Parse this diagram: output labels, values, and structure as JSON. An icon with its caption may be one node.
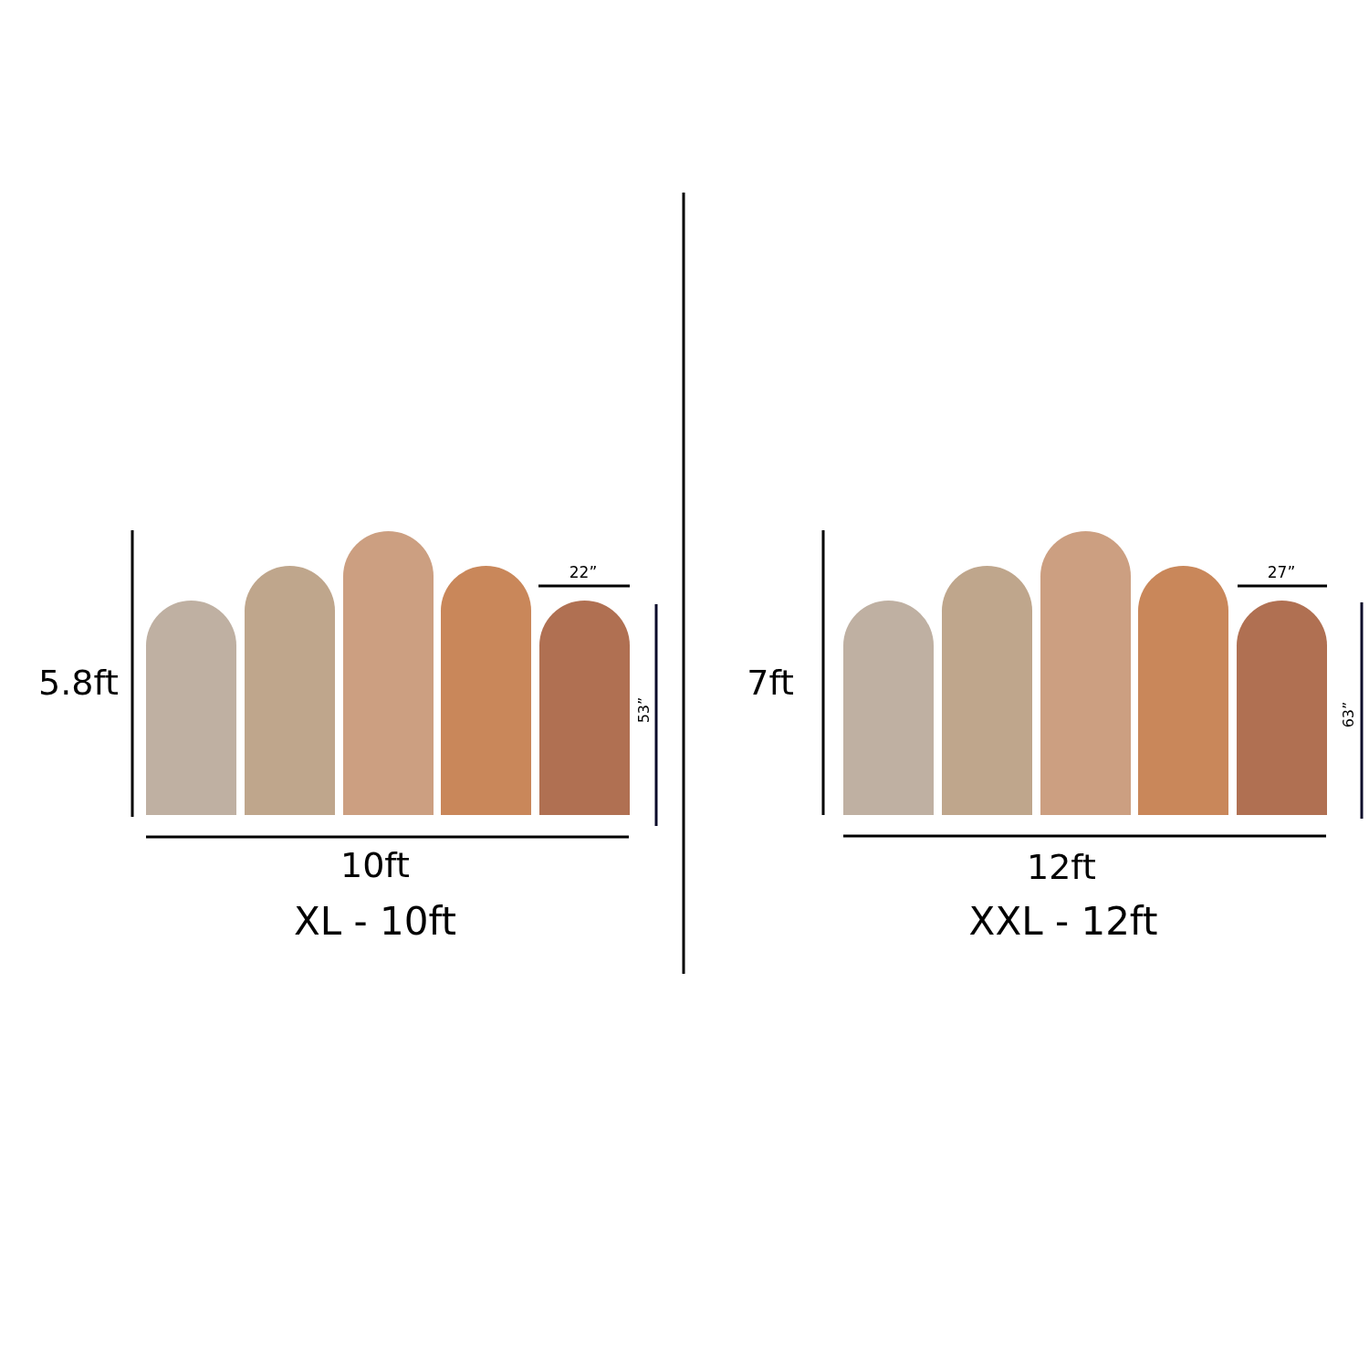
{
  "diagram": {
    "labels": [
      "22”",
      "5.8ft",
      "53”",
      "10ft",
      "XL - 10ft",
      "27”",
      "7ft",
      "63”",
      "12ft",
      "XXL - 12ft"
    ]
  }
}
